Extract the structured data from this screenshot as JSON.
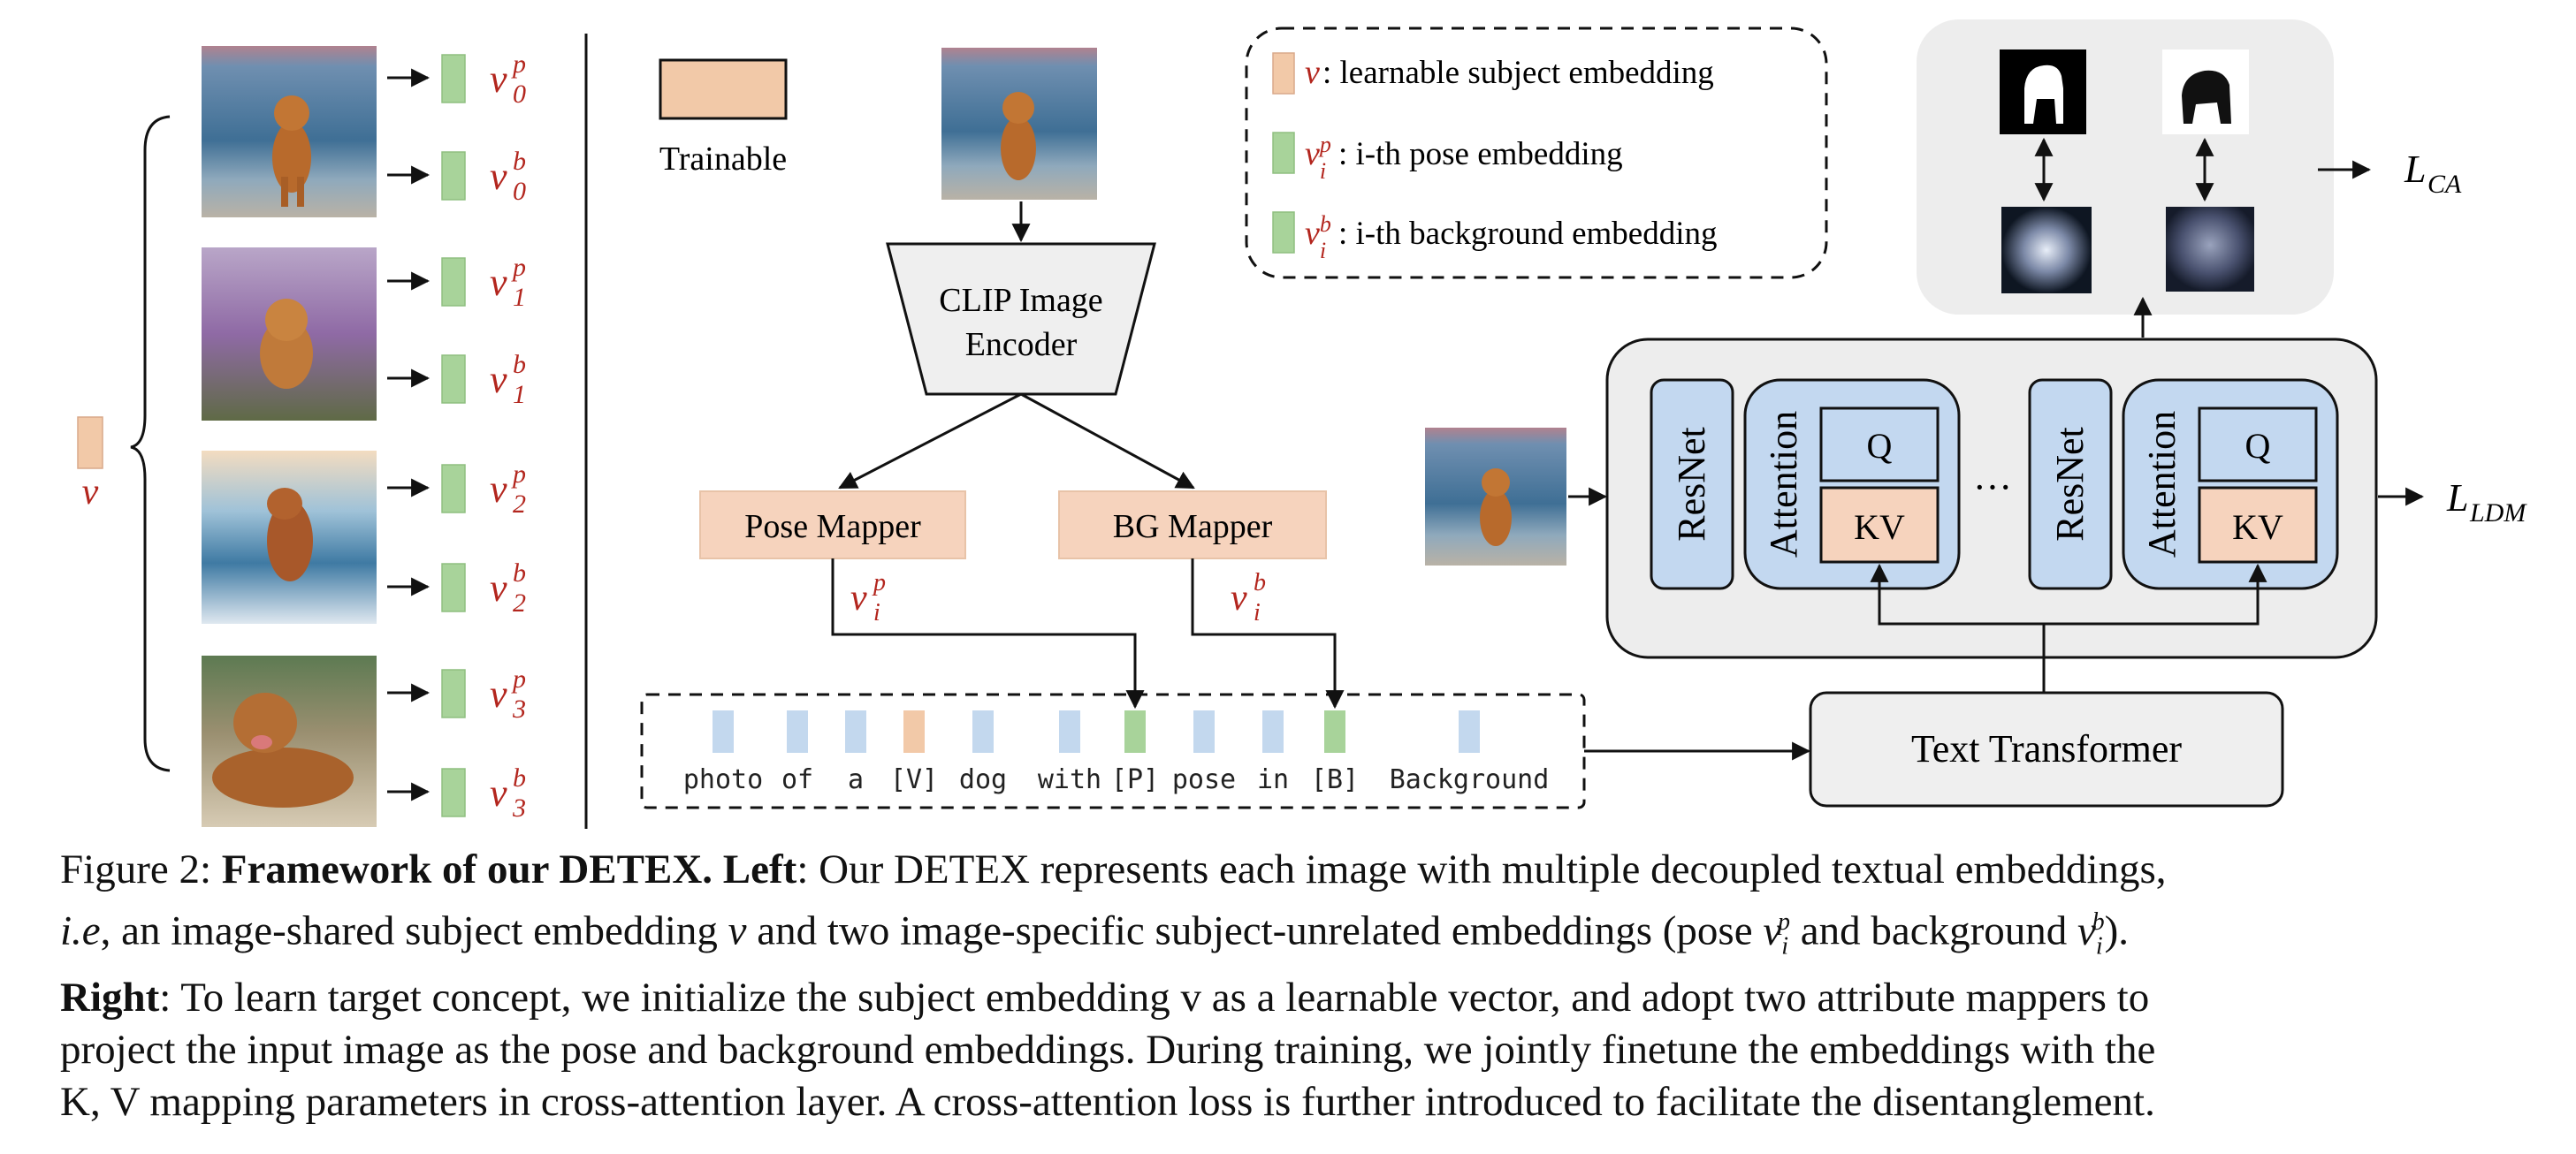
{
  "colors": {
    "subject": "#f2c9a8",
    "pose": "#a8d39a",
    "background_token": "#c3d8ee",
    "block_blue": "#c3d8f0",
    "mapper": "#f6d3bd",
    "panel_grey": "#ededed",
    "red_label": "#b3261e"
  },
  "legend": {
    "trainable": "Trainable",
    "subject": ": learnable subject embedding",
    "pose": ":  i-th pose embedding",
    "background": ":  i-th background embedding"
  },
  "left": {
    "subject_label": "v",
    "embeddings": [
      {
        "base": "v",
        "sub": "0",
        "sup": "p"
      },
      {
        "base": "v",
        "sub": "0",
        "sup": "b"
      },
      {
        "base": "v",
        "sub": "1",
        "sup": "p"
      },
      {
        "base": "v",
        "sub": "1",
        "sup": "b"
      },
      {
        "base": "v",
        "sub": "2",
        "sup": "p"
      },
      {
        "base": "v",
        "sub": "2",
        "sup": "b"
      },
      {
        "base": "v",
        "sub": "3",
        "sup": "p"
      },
      {
        "base": "v",
        "sub": "3",
        "sup": "b"
      }
    ]
  },
  "encoder": {
    "line1": "CLIP Image",
    "line2": "Encoder"
  },
  "mappers": {
    "pose": "Pose Mapper",
    "bg": "BG Mapper",
    "pose_out": {
      "base": "v",
      "sub": "i",
      "sup": "p"
    },
    "bg_out": {
      "base": "v",
      "sub": "i",
      "sup": "b"
    }
  },
  "prompt_tokens": [
    "photo",
    "of",
    "a",
    "[V]",
    "dog",
    "with",
    "[P]",
    "pose",
    "in",
    "[B]",
    "Background"
  ],
  "unet": {
    "resnet": "ResNet",
    "attention": "Attention",
    "q": "Q",
    "kv": "KV",
    "ellipsis": "···"
  },
  "text_transformer": "Text Transformer",
  "losses": {
    "ca_base": "L",
    "ca_sub": "CA",
    "ldm_base": "L",
    "ldm_sub": "LDM"
  },
  "caption": {
    "fig_label": "Figure 2: ",
    "title_bold": "Framework of our DETEX. Left",
    "line1_rest": ": Our DETEX represents each image with multiple decoupled textual embeddings,",
    "line2": "i.e, an image-shared subject embedding v and two image-specific subject-unrelated embeddings (pose v_i^p and background v_i^b).",
    "right_bold": "Right",
    "line3_rest": ": To learn target concept, we initialize the subject embedding v as a learnable vector, and adopt two attribute mappers to",
    "line4": "project the input image as the pose and background embeddings. During training, we jointly finetune the embeddings with the",
    "line5": "K, V mapping parameters in cross-attention layer. A cross-attention loss is further introduced to facilitate the disentanglement."
  }
}
